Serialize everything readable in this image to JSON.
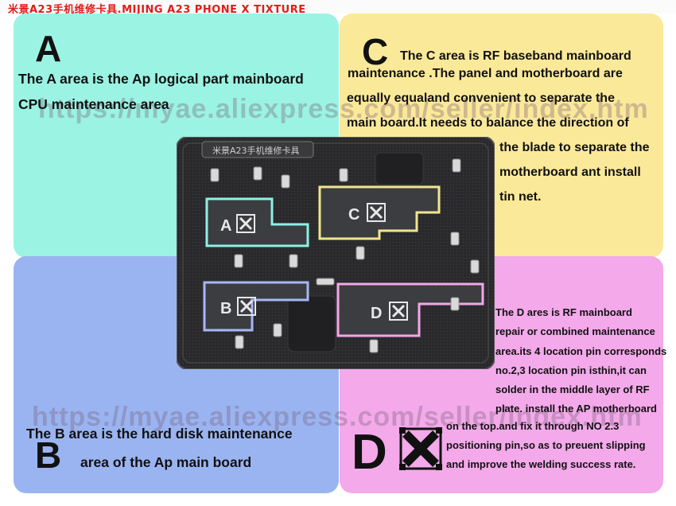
{
  "header": {
    "title": "米景A23手机维修卡具.MIJING A23 PHONE X TIXTURE"
  },
  "watermark": "https://myae.aliexpress.com/seller/index.htm",
  "fixture": {
    "plate_label": "米景A23手机维修卡具",
    "zones": [
      "A",
      "B",
      "C",
      "D"
    ]
  },
  "areas": {
    "a": {
      "letter": "A",
      "lines": [
        "The A area is the Ap logical part mainboard",
        "CPU maintenance area"
      ]
    },
    "c": {
      "letter": "C",
      "lines": [
        "The C area is RF baseband mainboard",
        "maintenance .The panel and motherboard are",
        "equally equaland convenient to separate the",
        "main board.It needs to balance the direction of",
        "the blade to separate the",
        "motherboard ant install",
        "tin net."
      ]
    },
    "b": {
      "letter": "B",
      "lines": [
        "The B area is the hard disk maintenance",
        "area of the Ap main board"
      ]
    },
    "d": {
      "letter": "D",
      "lines": [
        "The D ares is RF mainboard",
        "repair or combined maintenance",
        "area.its 4 location pin corresponds",
        "no.2,3 location pin isthin,it can",
        "solder in the middle layer of RF",
        "plate. install the AP motherboard",
        "on the top.and fix it through NO 2.3",
        "positioning pin,so as to preuent slipping",
        "and improve the welding success rate."
      ]
    }
  },
  "colors": {
    "area_a": "#9bf3e3",
    "area_c": "#fbe99a",
    "area_b": "#9ab4f1",
    "area_d": "#f3a9ea",
    "header_text": "#e31b1b"
  }
}
